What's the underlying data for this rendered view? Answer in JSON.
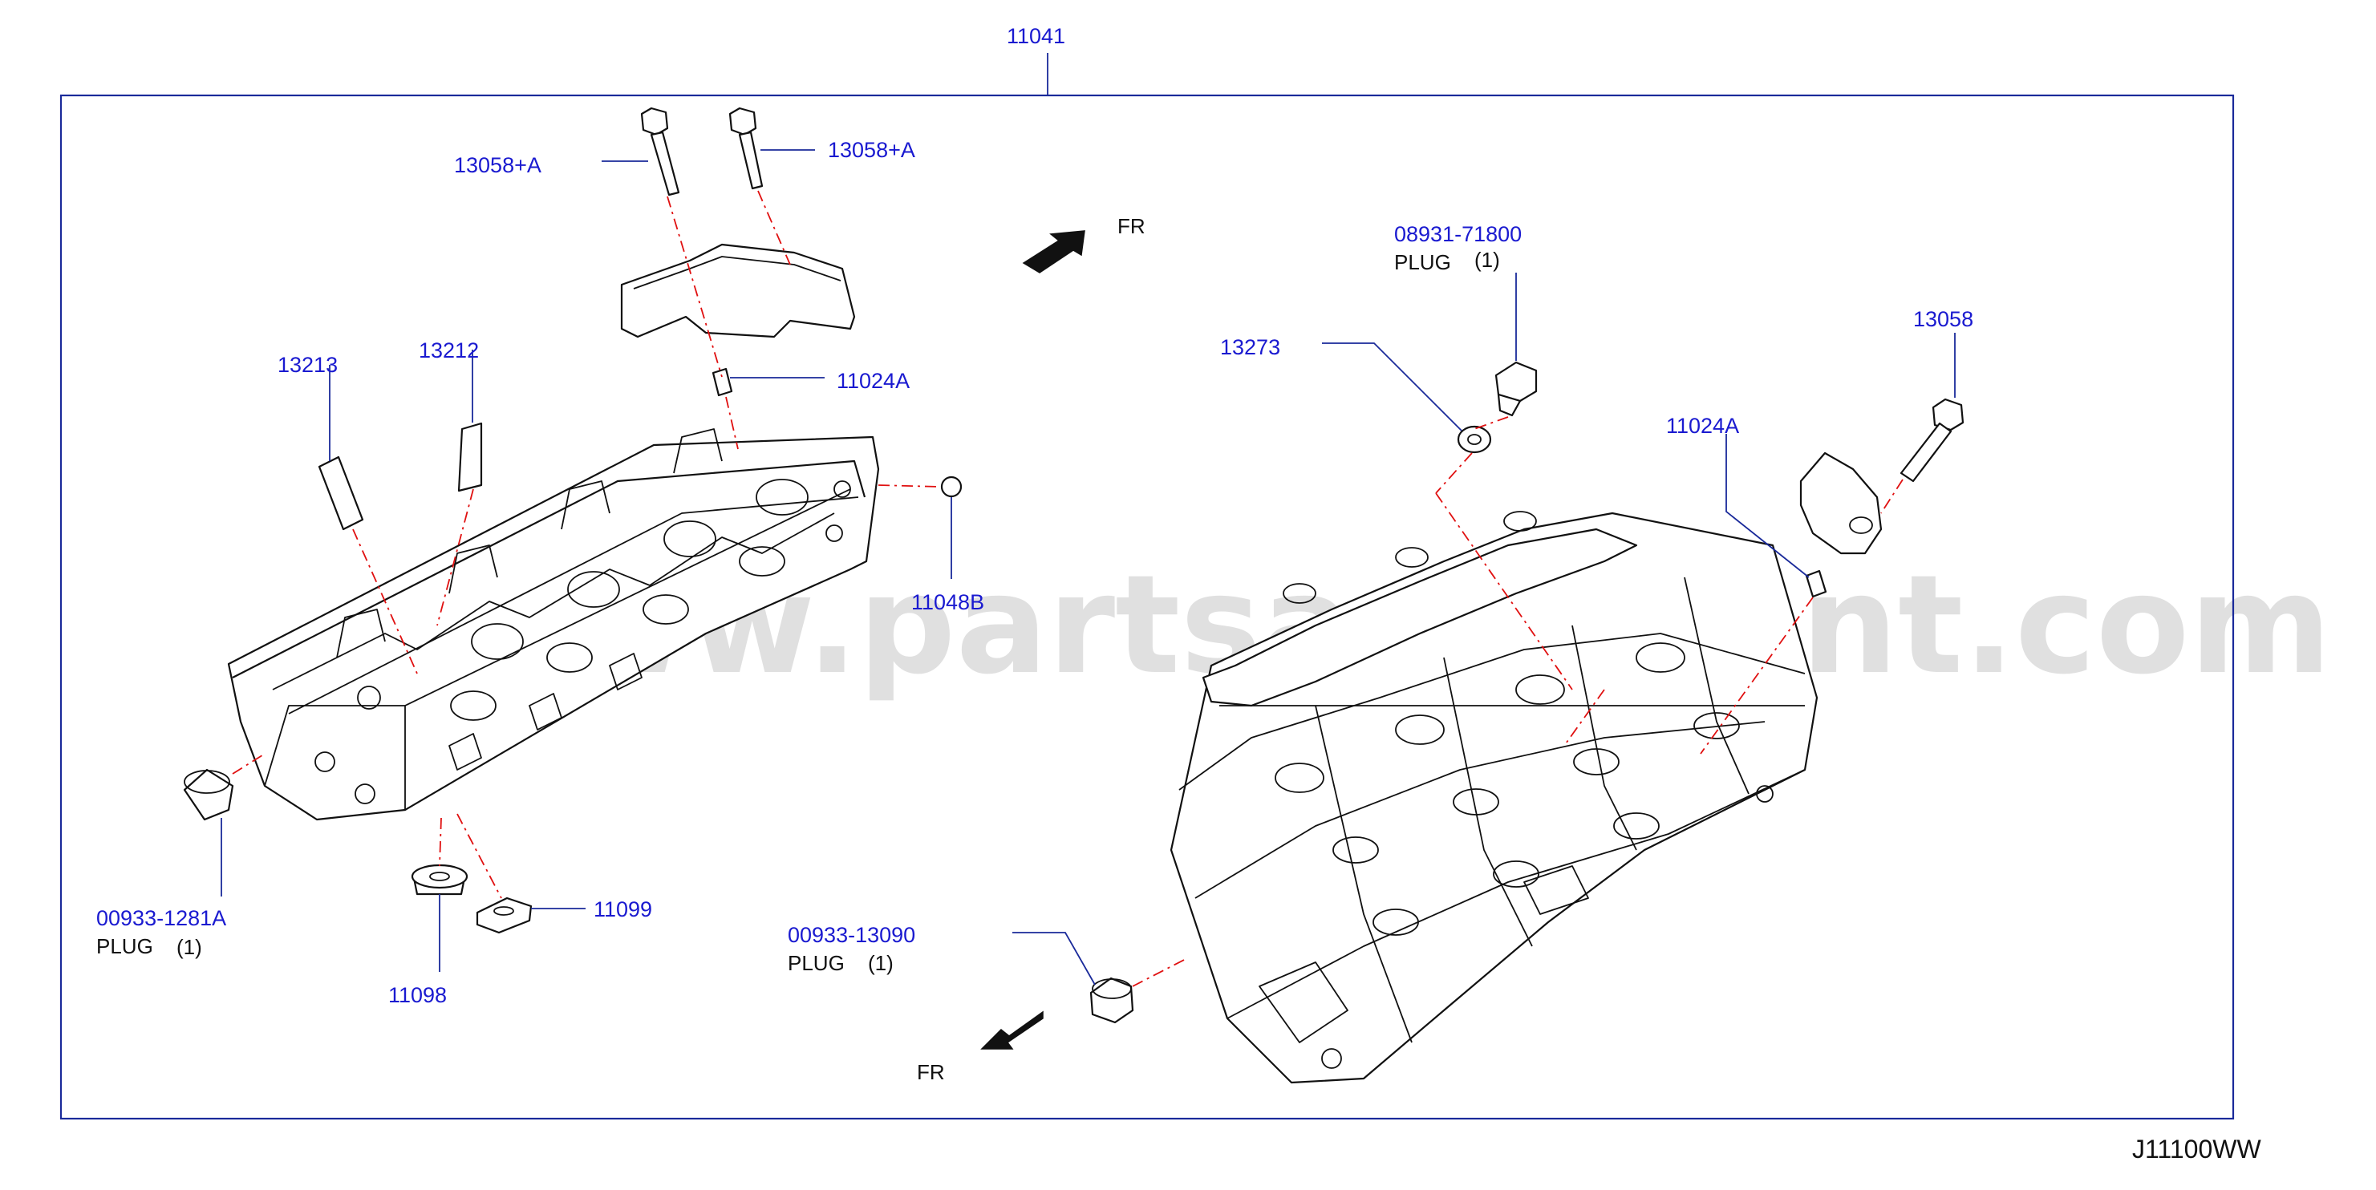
{
  "diagram_code": "J11100WW",
  "watermark": "www.partsassistant.com",
  "direction_label": "FR",
  "parts": {
    "assembly": {
      "number": "11041"
    },
    "bolt_left_a": {
      "number": "13058+A"
    },
    "bolt_right_a": {
      "number": "13058+A"
    },
    "dowel_upper": {
      "number": "11024A"
    },
    "guide_13213": {
      "number": "13213"
    },
    "guide_13212": {
      "number": "13212"
    },
    "ball_plug": {
      "number": "11048B"
    },
    "plug_left": {
      "number": "00933-1281A",
      "name": "PLUG",
      "qty": "(1)"
    },
    "washer_11098": {
      "number": "11098"
    },
    "seal_11099": {
      "number": "11099"
    },
    "plug_upper": {
      "number": "08931-71800",
      "name": "PLUG",
      "qty": "(1)"
    },
    "washer_13273": {
      "number": "13273"
    },
    "bolt_13058": {
      "number": "13058"
    },
    "dowel_right": {
      "number": "11024A"
    },
    "plug_right": {
      "number": "00933-13090",
      "name": "PLUG",
      "qty": "(1)"
    }
  }
}
